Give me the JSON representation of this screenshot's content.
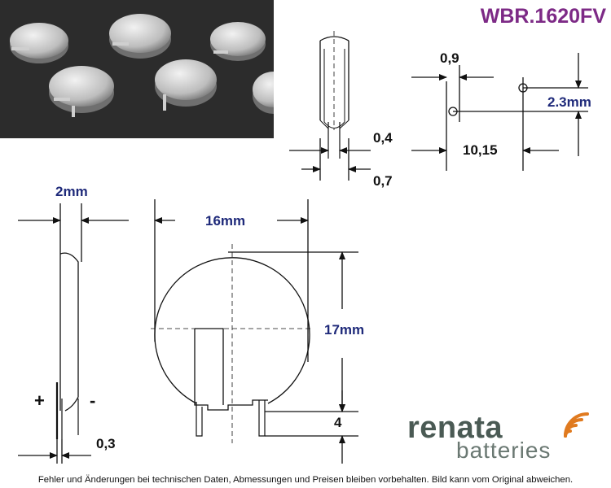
{
  "title": "WBR.1620FV",
  "dimensions": {
    "pin_gap": "0,9",
    "pin_offset": "2.3mm",
    "pin_thickness": "0,4",
    "pin_width": "0,7",
    "pin_pitch": "10,15",
    "thickness": "2mm",
    "diameter": "16mm",
    "height": "17mm",
    "tab_length": "4",
    "lead_thickness": "0,3"
  },
  "polarity": {
    "plus": "+",
    "minus": "-"
  },
  "logo": {
    "word": "renata",
    "sub": "batteries"
  },
  "footer": "Fehler und Änderungen bei technischen Daten, Abmessungen und Preisen bleiben vorbehalten. Bild kann vom Original abweichen.",
  "colors": {
    "title": "#7d2a86",
    "dim_label_blue": "#1f2a7a",
    "logo_orange": "#e07a1f",
    "logo_gray": "#4a5a54"
  }
}
